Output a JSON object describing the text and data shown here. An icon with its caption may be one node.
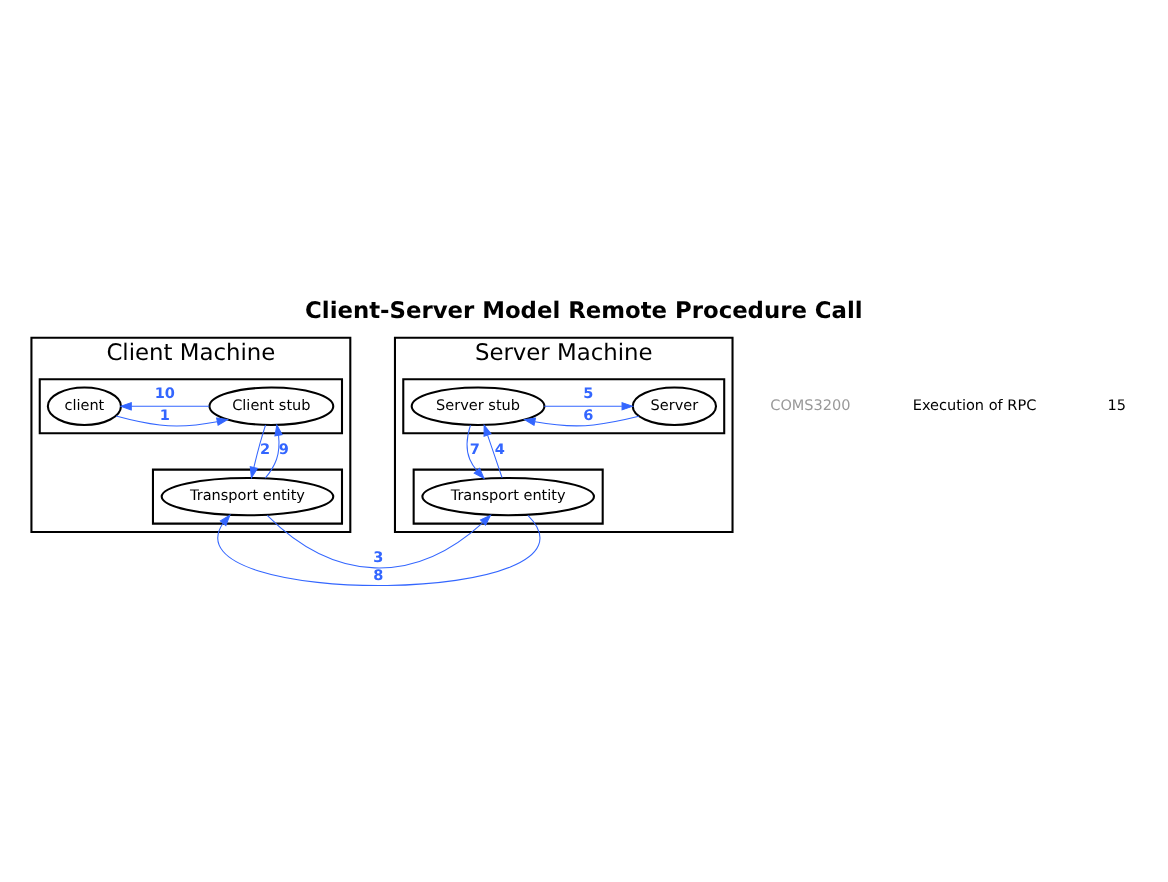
{
  "diagram": {
    "title": "Client-Server Model Remote Procedure Call",
    "nodes": [
      {
        "text": [
          "Client Machine"
        ]
      },
      {
        "text": [],
        "shape": "box",
        "in": 0
      },
      {
        "text": [
          "client"
        ],
        "in": 1
      },
      {
        "text": [
          "Client stub"
        ],
        "in": 1
      },
      {
        "text": [],
        "shape": "box",
        "in": 0
      },
      {
        "text": [
          "Transport entity"
        ],
        "in": 4
      },
      {
        "text": [
          "Server Machine"
        ]
      },
      {
        "text": [],
        "shape": "box",
        "in": 6
      },
      {
        "text": [
          "Server stub"
        ],
        "in": 7
      },
      {
        "text": [
          "Server"
        ],
        "in": 7
      },
      {
        "text": [],
        "shape": "box",
        "in": 6
      },
      {
        "text": [
          "Transport entity"
        ],
        "in": 10
      }
    ],
    "edges": [
      {
        "from": 2,
        "to": 3,
        "arrow": "to",
        "label": "1"
      },
      {
        "from": 3,
        "to": 5,
        "arrow": "to",
        "label": "2"
      },
      {
        "from": 5,
        "to": 11,
        "arrow": "to",
        "label": "3"
      },
      {
        "from": 11,
        "to": 8,
        "arrow": "to",
        "label": "4"
      },
      {
        "from": 8,
        "to": 9,
        "arrow": "to",
        "label": "5"
      },
      {
        "from": 9,
        "to": 8,
        "arrow": "to",
        "label": "6"
      },
      {
        "from": 8,
        "to": 11,
        "arrow": "to",
        "label": "7"
      },
      {
        "from": 11,
        "to": 5,
        "arrow": "to",
        "label": "8"
      },
      {
        "from": 5,
        "to": 3,
        "arrow": "to",
        "label": "9"
      },
      {
        "from": 3,
        "to": 2,
        "arrow": "to",
        "label": "10"
      }
    ],
    "labels": [
      "COMS3200",
      "Execution of RPC",
      "15"
    ]
  }
}
